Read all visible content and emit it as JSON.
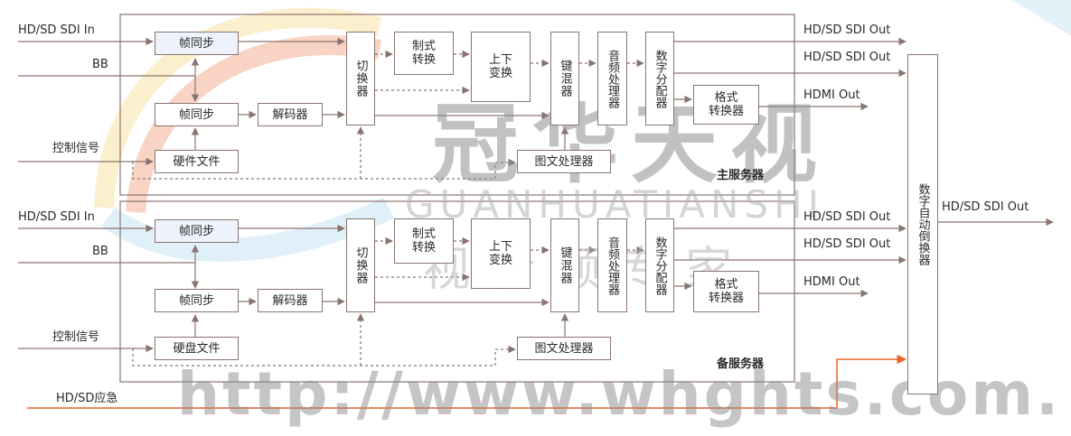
{
  "colors": {
    "line": "#8a7470",
    "emergency_line": "#e8642a",
    "highlight_fill": "#eef3fb",
    "watermark_text": "#8f8f8f"
  },
  "main_server": {
    "title": "主服务器",
    "inputs": {
      "sdi_in": "HD/SD SDI In",
      "bb": "BB",
      "control": "控制信号"
    },
    "blocks": {
      "frame_sync_1": "帧同步",
      "frame_sync_2": "帧同步",
      "decoder": "解码器",
      "file_source": "硬件文件",
      "switcher": "切换器",
      "format_convert": "制式\n转换",
      "updown_convert": "上下\n变换",
      "keyer": "键混器",
      "audio": "音频处理器",
      "da": "数字分配器",
      "format_converter": "格式\n转换器",
      "graphics": "图文处理器"
    },
    "outputs": {
      "out1": "HD/SD SDI Out",
      "out2": "HD/SD SDI Out",
      "out3": "HDMI Out"
    }
  },
  "backup_server": {
    "title": "备服务器",
    "inputs": {
      "sdi_in": "HD/SD SDI In",
      "bb": "BB",
      "control": "控制信号"
    },
    "blocks": {
      "frame_sync_1": "帧同步",
      "frame_sync_2": "帧同步",
      "decoder": "解码器",
      "file_source": "硬盘文件",
      "switcher": "切换器",
      "format_convert": "制式\n转换",
      "updown_convert": "上下\n变换",
      "keyer": "键混器",
      "audio": "音频处理器",
      "da": "数字分配器",
      "format_converter": "格式\n转换器",
      "graphics": "图文处理器"
    },
    "outputs": {
      "out1": "HD/SD SDI Out",
      "out2": "HD/SD SDI Out",
      "out3": "HDMI Out"
    }
  },
  "auto_changeover": {
    "label": "数字自动倒换器",
    "output": "HD/SD SDI Out"
  },
  "emergency_input": "HD/SD应急",
  "watermark": {
    "brand_cn": "冠华天视",
    "brand_en": "GUANHUATIANSHI",
    "slogan": "视 音 频 专 家",
    "url": "http://www.whghts.com."
  }
}
